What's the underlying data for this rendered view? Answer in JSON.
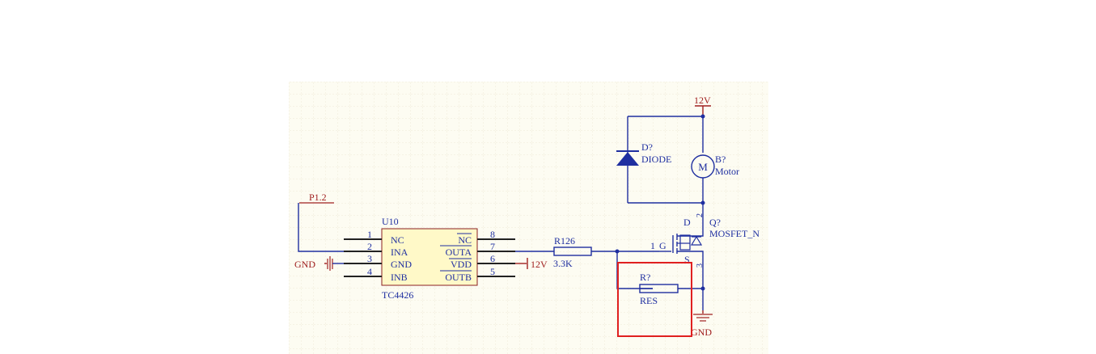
{
  "colors": {
    "sheet_bg": "#fdfcf2",
    "grid": "#eeead8",
    "wire": "#1f2fa0",
    "power_port": "#a02020",
    "ic_fill": "#fff9c8",
    "ic_stroke": "#8a2020",
    "highlight": "#e02020"
  },
  "nets": {
    "input": "P1.2",
    "ground": "GND",
    "supply": "12V"
  },
  "u10": {
    "designator": "U10",
    "part": "TC4426",
    "pins": [
      {
        "num": "1",
        "name": "NC"
      },
      {
        "num": "2",
        "name": "INA"
      },
      {
        "num": "3",
        "name": "GND"
      },
      {
        "num": "4",
        "name": "INB"
      },
      {
        "num": "8",
        "name": "NC"
      },
      {
        "num": "7",
        "name": "OUTA"
      },
      {
        "num": "6",
        "name": "VDD"
      },
      {
        "num": "5",
        "name": "OUTB"
      }
    ]
  },
  "r126": {
    "designator": "R126",
    "value": "3.3K"
  },
  "diode": {
    "designator": "D?",
    "value": "DIODE"
  },
  "motor": {
    "designator": "B?",
    "value": "Motor",
    "symbol": "M"
  },
  "mosfet": {
    "designator": "Q?",
    "value": "MOSFET_N",
    "pin_gate": "1",
    "gate": "G",
    "drain": "D",
    "source": "S",
    "pin_drain": "2",
    "pin_source": "3"
  },
  "res": {
    "designator": "R?",
    "value": "RES"
  },
  "highlight_box": {
    "name": "selected-resistor-area"
  }
}
